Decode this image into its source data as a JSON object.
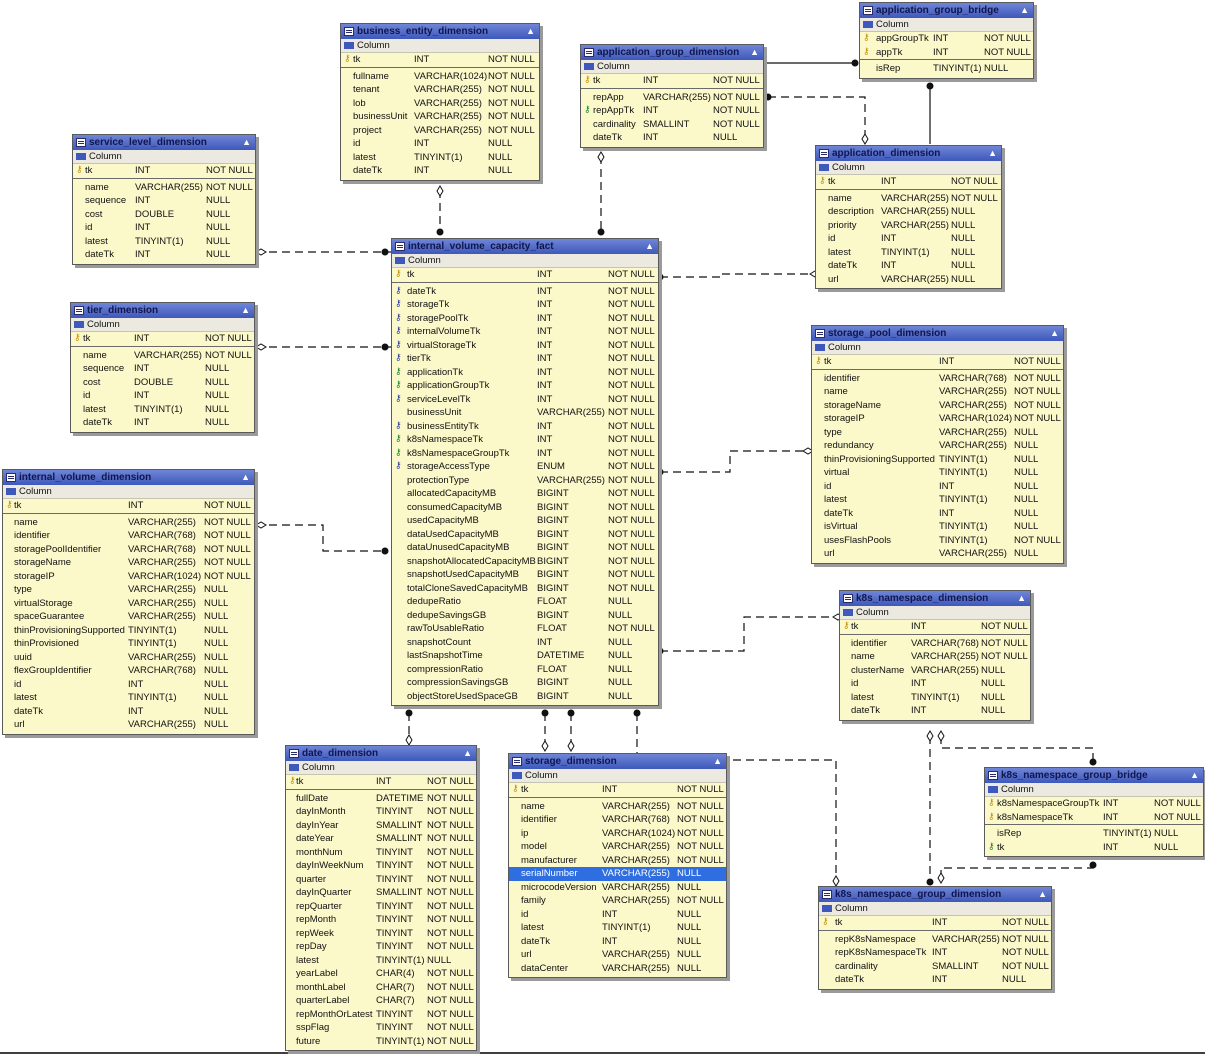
{
  "diagram": {
    "tables": [
      {
        "id": "business_entity_dimension",
        "name": "business_entity_dimension",
        "col_header": "Column",
        "pk": {
          "name": "tk",
          "type": "INT",
          "null": "NOT NULL",
          "key": "pk"
        },
        "columns": [
          [
            "fullname",
            "VARCHAR(1024)",
            "NOT NULL"
          ],
          [
            "tenant",
            "VARCHAR(255)",
            "NOT NULL"
          ],
          [
            "lob",
            "VARCHAR(255)",
            "NOT NULL"
          ],
          [
            "businessUnit",
            "VARCHAR(255)",
            "NOT NULL"
          ],
          [
            "project",
            "VARCHAR(255)",
            "NOT NULL"
          ],
          [
            "id",
            "INT",
            "NULL"
          ],
          [
            "latest",
            "TINYINT(1)",
            "NULL"
          ],
          [
            "dateTk",
            "INT",
            "NULL"
          ]
        ]
      },
      {
        "id": "application_group_dimension",
        "name": "application_group_dimension",
        "col_header": "Column",
        "pk": {
          "name": "tk",
          "type": "INT",
          "null": "NOT NULL",
          "key": "pk"
        },
        "columns": [
          [
            "repApp",
            "VARCHAR(255)",
            "NOT NULL"
          ],
          [
            "repAppTk",
            "INT",
            "NOT NULL",
            "fk"
          ],
          [
            "cardinality",
            "SMALLINT",
            "NOT NULL"
          ],
          [
            "dateTk",
            "INT",
            "NULL"
          ]
        ]
      },
      {
        "id": "application_group_bridge",
        "name": "application_group_bridge",
        "col_header": "Column",
        "pk_rows": [
          [
            "appGroupTk",
            "INT",
            "NOT NULL"
          ],
          [
            "appTk",
            "INT",
            "NOT NULL"
          ]
        ],
        "columns": [
          [
            "isRep",
            "TINYINT(1)",
            "NULL"
          ]
        ]
      },
      {
        "id": "service_level_dimension",
        "name": "service_level_dimension",
        "col_header": "Column",
        "pk": {
          "name": "tk",
          "type": "INT",
          "null": "NOT NULL",
          "key": "pk"
        },
        "columns": [
          [
            "name",
            "VARCHAR(255)",
            "NOT NULL"
          ],
          [
            "sequence",
            "INT",
            "NULL"
          ],
          [
            "cost",
            "DOUBLE",
            "NULL"
          ],
          [
            "id",
            "INT",
            "NULL"
          ],
          [
            "latest",
            "TINYINT(1)",
            "NULL"
          ],
          [
            "dateTk",
            "INT",
            "NULL"
          ]
        ]
      },
      {
        "id": "application_dimension",
        "name": "application_dimension",
        "col_header": "Column",
        "pk": {
          "name": "tk",
          "type": "INT",
          "null": "NOT NULL",
          "key": "pk"
        },
        "columns": [
          [
            "name",
            "VARCHAR(255)",
            "NOT NULL"
          ],
          [
            "description",
            "VARCHAR(255)",
            "NULL"
          ],
          [
            "priority",
            "VARCHAR(255)",
            "NULL"
          ],
          [
            "id",
            "INT",
            "NULL"
          ],
          [
            "latest",
            "TINYINT(1)",
            "NULL"
          ],
          [
            "dateTk",
            "INT",
            "NULL"
          ],
          [
            "url",
            "VARCHAR(255)",
            "NULL"
          ]
        ]
      },
      {
        "id": "internal_volume_capacity_fact",
        "name": "internal_volume_capacity_fact",
        "col_header": "Column",
        "pk": {
          "name": "tk",
          "type": "INT",
          "null": "NOT NULL",
          "key": "pk"
        },
        "columns": [
          [
            "dateTk",
            "INT",
            "NOT NULL",
            "pkfk"
          ],
          [
            "storageTk",
            "INT",
            "NOT NULL",
            "pkfk"
          ],
          [
            "storagePoolTk",
            "INT",
            "NOT NULL",
            "pkfk"
          ],
          [
            "internalVolumeTk",
            "INT",
            "NOT NULL",
            "pkfk"
          ],
          [
            "virtualStorageTk",
            "INT",
            "NOT NULL",
            "pkfk"
          ],
          [
            "tierTk",
            "INT",
            "NOT NULL",
            "pkfk"
          ],
          [
            "applicationTk",
            "INT",
            "NOT NULL",
            "fk"
          ],
          [
            "applicationGroupTk",
            "INT",
            "NOT NULL",
            "fk"
          ],
          [
            "serviceLevelTk",
            "INT",
            "NOT NULL",
            "pkfk"
          ],
          [
            "businessUnit",
            "VARCHAR(255)",
            "NOT NULL"
          ],
          [
            "businessEntityTk",
            "INT",
            "NOT NULL",
            "pkfk"
          ],
          [
            "k8sNamespaceTk",
            "INT",
            "NOT NULL",
            "fk"
          ],
          [
            "k8sNamespaceGroupTk",
            "INT",
            "NOT NULL",
            "fk"
          ],
          [
            "storageAccessType",
            "ENUM",
            "NOT NULL",
            "idx"
          ],
          [
            "protectionType",
            "VARCHAR(255)",
            "NOT NULL"
          ],
          [
            "allocatedCapacityMB",
            "BIGINT",
            "NOT NULL"
          ],
          [
            "consumedCapacityMB",
            "BIGINT",
            "NOT NULL"
          ],
          [
            "usedCapacityMB",
            "BIGINT",
            "NOT NULL"
          ],
          [
            "dataUsedCapacityMB",
            "BIGINT",
            "NOT NULL"
          ],
          [
            "dataUnusedCapacityMB",
            "BIGINT",
            "NOT NULL"
          ],
          [
            "snapshotAllocatedCapacityMB",
            "BIGINT",
            "NOT NULL"
          ],
          [
            "snapshotUsedCapacityMB",
            "BIGINT",
            "NOT NULL"
          ],
          [
            "totalCloneSavedCapacityMB",
            "BIGINT",
            "NOT NULL"
          ],
          [
            "dedupeRatio",
            "FLOAT",
            "NULL"
          ],
          [
            "dedupeSavingsGB",
            "BIGINT",
            "NULL"
          ],
          [
            "rawToUsableRatio",
            "FLOAT",
            "NOT NULL"
          ],
          [
            "snapshotCount",
            "INT",
            "NULL"
          ],
          [
            "lastSnapshotTime",
            "DATETIME",
            "NULL"
          ],
          [
            "compressionRatio",
            "FLOAT",
            "NULL"
          ],
          [
            "compressionSavingsGB",
            "BIGINT",
            "NULL"
          ],
          [
            "objectStoreUsedSpaceGB",
            "BIGINT",
            "NULL"
          ]
        ]
      },
      {
        "id": "tier_dimension",
        "name": "tier_dimension",
        "col_header": "Column",
        "pk": {
          "name": "tk",
          "type": "INT",
          "null": "NOT NULL",
          "key": "pk"
        },
        "columns": [
          [
            "name",
            "VARCHAR(255)",
            "NOT NULL"
          ],
          [
            "sequence",
            "INT",
            "NULL"
          ],
          [
            "cost",
            "DOUBLE",
            "NULL"
          ],
          [
            "id",
            "INT",
            "NULL"
          ],
          [
            "latest",
            "TINYINT(1)",
            "NULL"
          ],
          [
            "dateTk",
            "INT",
            "NULL"
          ]
        ]
      },
      {
        "id": "storage_pool_dimension",
        "name": "storage_pool_dimension",
        "col_header": "Column",
        "pk": {
          "name": "tk",
          "type": "INT",
          "null": "NOT NULL",
          "key": "pk"
        },
        "columns": [
          [
            "identifier",
            "VARCHAR(768)",
            "NOT NULL"
          ],
          [
            "name",
            "VARCHAR(255)",
            "NOT NULL"
          ],
          [
            "storageName",
            "VARCHAR(255)",
            "NOT NULL"
          ],
          [
            "storageIP",
            "VARCHAR(1024)",
            "NOT NULL"
          ],
          [
            "type",
            "VARCHAR(255)",
            "NULL"
          ],
          [
            "redundancy",
            "VARCHAR(255)",
            "NULL"
          ],
          [
            "thinProvisioningSupported",
            "TINYINT(1)",
            "NULL"
          ],
          [
            "virtual",
            "TINYINT(1)",
            "NULL"
          ],
          [
            "id",
            "INT",
            "NULL"
          ],
          [
            "latest",
            "TINYINT(1)",
            "NULL"
          ],
          [
            "dateTk",
            "INT",
            "NULL"
          ],
          [
            "isVirtual",
            "TINYINT(1)",
            "NULL"
          ],
          [
            "usesFlashPools",
            "TINYINT(1)",
            "NOT NULL"
          ],
          [
            "url",
            "VARCHAR(255)",
            "NULL"
          ]
        ]
      },
      {
        "id": "internal_volume_dimension",
        "name": "internal_volume_dimension",
        "col_header": "Column",
        "pk": {
          "name": "tk",
          "type": "INT",
          "null": "NOT NULL",
          "key": "pk"
        },
        "columns": [
          [
            "name",
            "VARCHAR(255)",
            "NOT NULL"
          ],
          [
            "identifier",
            "VARCHAR(768)",
            "NOT NULL"
          ],
          [
            "storagePoolIdentifier",
            "VARCHAR(768)",
            "NOT NULL"
          ],
          [
            "storageName",
            "VARCHAR(255)",
            "NOT NULL"
          ],
          [
            "storageIP",
            "VARCHAR(1024)",
            "NOT NULL"
          ],
          [
            "type",
            "VARCHAR(255)",
            "NULL"
          ],
          [
            "virtualStorage",
            "VARCHAR(255)",
            "NULL"
          ],
          [
            "spaceGuarantee",
            "VARCHAR(255)",
            "NULL"
          ],
          [
            "thinProvisioningSupported",
            "TINYINT(1)",
            "NULL"
          ],
          [
            "thinProvisioned",
            "TINYINT(1)",
            "NULL"
          ],
          [
            "uuid",
            "VARCHAR(255)",
            "NULL"
          ],
          [
            "flexGroupIdentifier",
            "VARCHAR(768)",
            "NULL"
          ],
          [
            "id",
            "INT",
            "NULL"
          ],
          [
            "latest",
            "TINYINT(1)",
            "NULL"
          ],
          [
            "dateTk",
            "INT",
            "NULL"
          ],
          [
            "url",
            "VARCHAR(255)",
            "NULL"
          ]
        ]
      },
      {
        "id": "k8s_namespace_dimension",
        "name": "k8s_namespace_dimension",
        "col_header": "Column",
        "pk": {
          "name": "tk",
          "type": "INT",
          "null": "NOT NULL",
          "key": "pk"
        },
        "columns": [
          [
            "identifier",
            "VARCHAR(768)",
            "NOT NULL"
          ],
          [
            "name",
            "VARCHAR(255)",
            "NOT NULL"
          ],
          [
            "clusterName",
            "VARCHAR(255)",
            "NULL"
          ],
          [
            "id",
            "INT",
            "NULL"
          ],
          [
            "latest",
            "TINYINT(1)",
            "NULL"
          ],
          [
            "dateTk",
            "INT",
            "NULL"
          ]
        ]
      },
      {
        "id": "date_dimension",
        "name": "date_dimension",
        "col_header": "Column",
        "pk": {
          "name": "tk",
          "type": "INT",
          "null": "NOT NULL",
          "key": "pk"
        },
        "columns": [
          [
            "fullDate",
            "DATETIME",
            "NOT NULL"
          ],
          [
            "dayInMonth",
            "TINYINT",
            "NOT NULL"
          ],
          [
            "dayInYear",
            "SMALLINT",
            "NOT NULL"
          ],
          [
            "dateYear",
            "SMALLINT",
            "NOT NULL"
          ],
          [
            "monthNum",
            "TINYINT",
            "NOT NULL"
          ],
          [
            "dayInWeekNum",
            "TINYINT",
            "NOT NULL"
          ],
          [
            "quarter",
            "TINYINT",
            "NOT NULL"
          ],
          [
            "dayInQuarter",
            "SMALLINT",
            "NOT NULL"
          ],
          [
            "repQuarter",
            "TINYINT",
            "NOT NULL"
          ],
          [
            "repMonth",
            "TINYINT",
            "NOT NULL"
          ],
          [
            "repWeek",
            "TINYINT",
            "NOT NULL"
          ],
          [
            "repDay",
            "TINYINT",
            "NOT NULL"
          ],
          [
            "latest",
            "TINYINT(1)",
            "NULL"
          ],
          [
            "yearLabel",
            "CHAR(4)",
            "NOT NULL"
          ],
          [
            "monthLabel",
            "CHAR(7)",
            "NOT NULL"
          ],
          [
            "quarterLabel",
            "CHAR(7)",
            "NOT NULL"
          ],
          [
            "repMonthOrLatest",
            "TINYINT",
            "NOT NULL"
          ],
          [
            "sspFlag",
            "TINYINT",
            "NOT NULL"
          ],
          [
            "future",
            "TINYINT(1)",
            "NOT NULL"
          ]
        ]
      },
      {
        "id": "storage_dimension",
        "name": "storage_dimension",
        "col_header": "Column",
        "pk": {
          "name": "tk",
          "type": "INT",
          "null": "NOT NULL",
          "key": "pk"
        },
        "columns": [
          [
            "name",
            "VARCHAR(255)",
            "NOT NULL"
          ],
          [
            "identifier",
            "VARCHAR(768)",
            "NOT NULL"
          ],
          [
            "ip",
            "VARCHAR(1024)",
            "NOT NULL"
          ],
          [
            "model",
            "VARCHAR(255)",
            "NOT NULL"
          ],
          [
            "manufacturer",
            "VARCHAR(255)",
            "NOT NULL"
          ],
          [
            "serialNumber",
            "VARCHAR(255)",
            "NULL",
            "sel"
          ],
          [
            "microcodeVersion",
            "VARCHAR(255)",
            "NULL"
          ],
          [
            "family",
            "VARCHAR(255)",
            "NOT NULL"
          ],
          [
            "id",
            "INT",
            "NULL"
          ],
          [
            "latest",
            "TINYINT(1)",
            "NULL"
          ],
          [
            "dateTk",
            "INT",
            "NULL"
          ],
          [
            "url",
            "VARCHAR(255)",
            "NULL"
          ],
          [
            "dataCenter",
            "VARCHAR(255)",
            "NULL"
          ]
        ]
      },
      {
        "id": "k8s_namespace_group_bridge",
        "name": "k8s_namespace_group_bridge",
        "col_header": "Column",
        "pk_rows": [
          [
            "k8sNamespaceGroupTk",
            "INT",
            "NOT NULL"
          ],
          [
            "k8sNamespaceTk",
            "INT",
            "NOT NULL"
          ]
        ],
        "columns": [
          [
            "isRep",
            "TINYINT(1)",
            "NULL"
          ],
          [
            "tk",
            "INT",
            "NULL",
            "fk"
          ]
        ]
      },
      {
        "id": "k8s_namespace_group_dimension",
        "name": "k8s_namespace_group_dimension",
        "col_header": "Column",
        "pk": {
          "name": "tk",
          "type": "INT",
          "null": "NOT NULL",
          "key": "pk"
        },
        "columns": [
          [
            "repK8sNamespace",
            "VARCHAR(255)",
            "NOT NULL"
          ],
          [
            "repK8sNamespaceTk",
            "INT",
            "NOT NULL"
          ],
          [
            "cardinality",
            "SMALLINT",
            "NOT NULL"
          ],
          [
            "dateTk",
            "INT",
            "NULL"
          ]
        ]
      }
    ]
  }
}
